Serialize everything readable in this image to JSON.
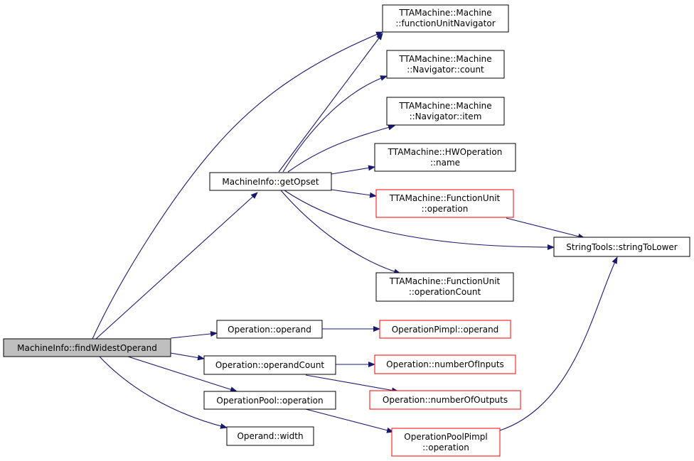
{
  "colors": {
    "edge": "#191970",
    "node_border": "#000000",
    "node_border_red": "#ff0000",
    "root_fill": "#bfbfbf",
    "node_fill": "#ffffff"
  },
  "nodes": {
    "find_widest_operand": {
      "lines": [
        "MachineInfo::findWidestOperand"
      ],
      "style": "root"
    },
    "get_opset": {
      "lines": [
        "MachineInfo::getOpset"
      ],
      "style": "normal"
    },
    "function_unit_navigator": {
      "lines": [
        "TTAMachine::Machine",
        "::functionUnitNavigator"
      ],
      "style": "normal"
    },
    "navigator_count": {
      "lines": [
        "TTAMachine::Machine",
        "::Navigator::count"
      ],
      "style": "normal"
    },
    "navigator_item": {
      "lines": [
        "TTAMachine::Machine",
        "::Navigator::item"
      ],
      "style": "normal"
    },
    "hwoperation_name": {
      "lines": [
        "TTAMachine::HWOperation",
        "::name"
      ],
      "style": "normal"
    },
    "function_unit_operation": {
      "lines": [
        "TTAMachine::FunctionUnit",
        "::operation"
      ],
      "style": "red"
    },
    "string_to_lower": {
      "lines": [
        "StringTools::stringToLower"
      ],
      "style": "normal"
    },
    "function_unit_operation_count": {
      "lines": [
        "TTAMachine::FunctionUnit",
        "::operationCount"
      ],
      "style": "normal"
    },
    "operation_operand": {
      "lines": [
        "Operation::operand"
      ],
      "style": "normal"
    },
    "operation_pimpl_operand": {
      "lines": [
        "OperationPimpl::operand"
      ],
      "style": "red"
    },
    "operation_operand_count": {
      "lines": [
        "Operation::operandCount"
      ],
      "style": "normal"
    },
    "number_of_inputs": {
      "lines": [
        "Operation::numberOfInputs"
      ],
      "style": "red"
    },
    "number_of_outputs": {
      "lines": [
        "Operation::numberOfOutputs"
      ],
      "style": "red"
    },
    "operation_pool_operation": {
      "lines": [
        "OperationPool::operation"
      ],
      "style": "normal"
    },
    "operand_width": {
      "lines": [
        "Operand::width"
      ],
      "style": "normal"
    },
    "operation_pool_pimpl_operation": {
      "lines": [
        "OperationPoolPimpl",
        "::operation"
      ],
      "style": "red"
    }
  },
  "edges": [
    [
      "find_widest_operand",
      "function_unit_navigator"
    ],
    [
      "find_widest_operand",
      "get_opset"
    ],
    [
      "find_widest_operand",
      "operation_operand"
    ],
    [
      "find_widest_operand",
      "operation_operand_count"
    ],
    [
      "find_widest_operand",
      "operation_pool_operation"
    ],
    [
      "find_widest_operand",
      "operand_width"
    ],
    [
      "get_opset",
      "function_unit_navigator"
    ],
    [
      "get_opset",
      "navigator_count"
    ],
    [
      "get_opset",
      "navigator_item"
    ],
    [
      "get_opset",
      "hwoperation_name"
    ],
    [
      "get_opset",
      "function_unit_operation"
    ],
    [
      "get_opset",
      "string_to_lower"
    ],
    [
      "get_opset",
      "function_unit_operation_count"
    ],
    [
      "function_unit_operation",
      "string_to_lower"
    ],
    [
      "operation_operand",
      "operation_pimpl_operand"
    ],
    [
      "operation_operand_count",
      "number_of_inputs"
    ],
    [
      "operation_operand_count",
      "number_of_outputs"
    ],
    [
      "operation_pool_operation",
      "operation_pool_pimpl_operation"
    ],
    [
      "operation_pool_pimpl_operation",
      "string_to_lower"
    ]
  ]
}
